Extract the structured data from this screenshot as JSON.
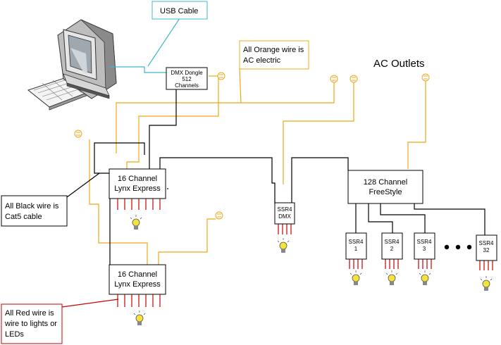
{
  "callouts": {
    "usb": "USB Cable",
    "orange": [
      "All Orange wire is",
      "AC electric"
    ],
    "black": [
      "All Black wire is",
      "Cat5 cable"
    ],
    "red": [
      "All Red wire is",
      "wire to lights or",
      "LEDs"
    ]
  },
  "heading": "AC Outlets",
  "devices": {
    "dongle": [
      "DMX Dongle",
      "512",
      "Channels"
    ],
    "lynx1": [
      "16 Channel",
      "Lynx Express"
    ],
    "lynx2": [
      "16 Channel",
      "Lynx Express"
    ],
    "ssr_dmx": [
      "SSR4",
      "DMX"
    ],
    "freestyle": [
      "128 Channel",
      "FreeStyle"
    ],
    "ssr1": [
      "SSR4",
      "1"
    ],
    "ssr2": [
      "SSR4",
      "2"
    ],
    "ssr3": [
      "SSR4",
      "3"
    ],
    "ssr32": [
      "SSR4",
      "32"
    ]
  },
  "wire_colors": {
    "usb": "#3fb8cf",
    "ac": "#f0a818",
    "cat5": "#000000",
    "lights": "#cc0000",
    "bulb": "#f5e23a"
  }
}
